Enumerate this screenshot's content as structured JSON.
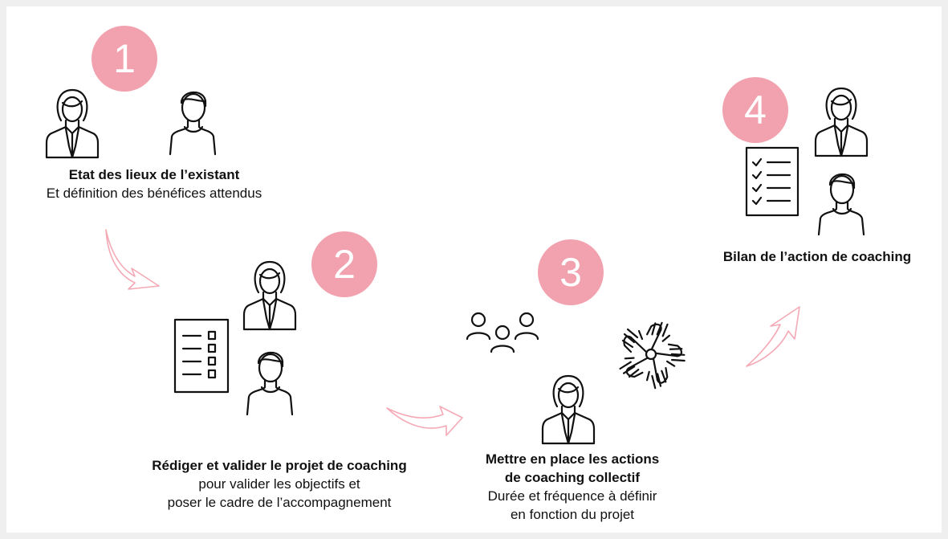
{
  "steps": [
    {
      "number": "1",
      "title": "Etat des lieux de l’existant",
      "lines": [
        "Et définition des bénéfices attendus"
      ]
    },
    {
      "number": "2",
      "title": "Rédiger et valider le projet de coaching",
      "lines": [
        "pour valider les objectifs et",
        "poser le cadre de l’accompagnement"
      ]
    },
    {
      "number": "3",
      "title_lines": [
        "Mettre en place les actions",
        "de coaching collectif"
      ],
      "lines": [
        "Durée et fréquence à définir",
        "en fonction du projet"
      ]
    },
    {
      "number": "4",
      "title": "Bilan de l’action de coaching"
    }
  ],
  "colors": {
    "badge": "#f2a2ae",
    "arrow": "#f4a9b5",
    "background": "#ffffff",
    "frame": "#efefef"
  },
  "icons": [
    "woman-icon",
    "man-icon",
    "checklist-icon",
    "group-icon",
    "hands-together-icon",
    "curved-arrow-icon"
  ]
}
